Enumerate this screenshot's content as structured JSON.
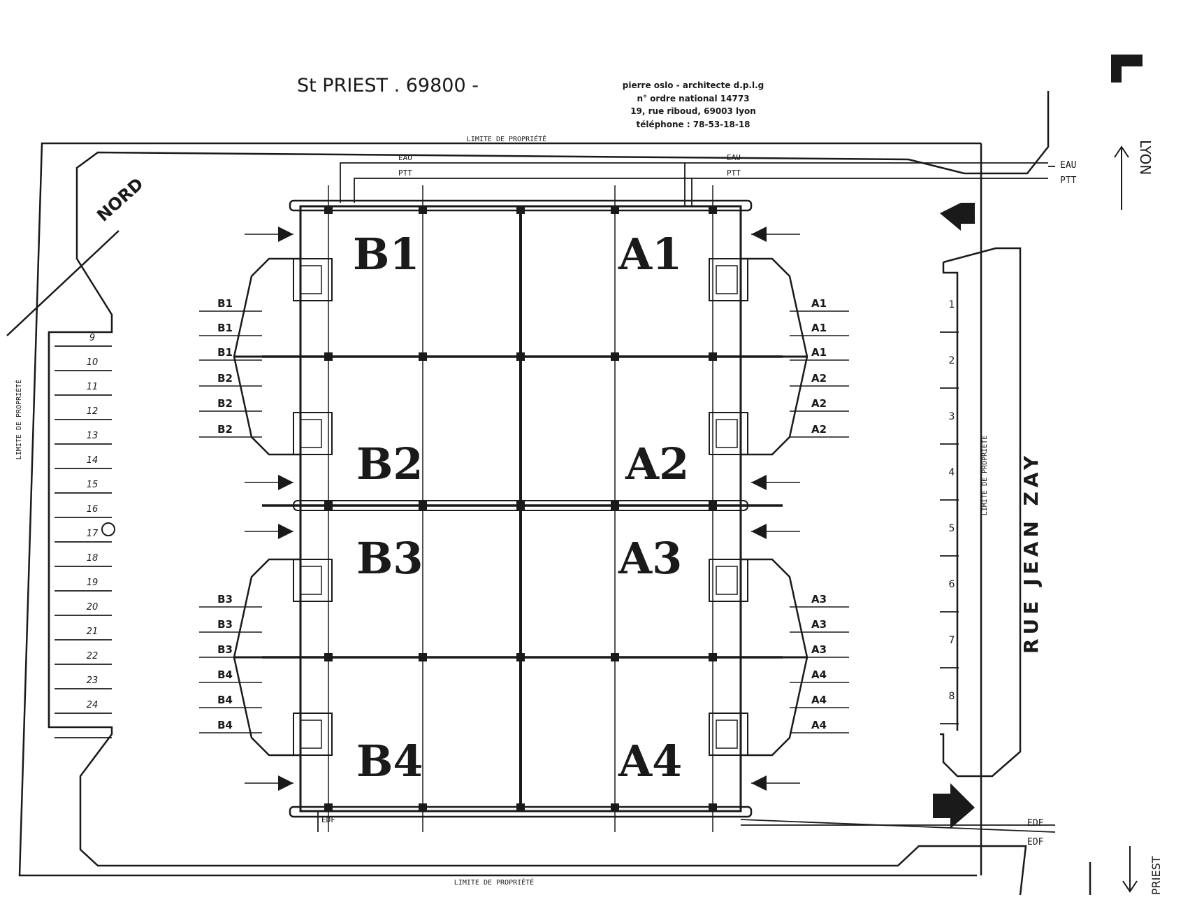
{
  "title": {
    "city": "St PRIEST . 69800 -"
  },
  "architect": {
    "line1": "pierre oslo - architecte d.p.l.g",
    "line2": "n° ordre national 14773",
    "line3": "19, rue riboud, 69003 lyon",
    "line4": "téléphone : 78-53-18-18"
  },
  "property_limit": {
    "top": "LIMITE DE PROPRIÉTÉ",
    "bottom": "LIMITE DE PROPRIÉTÉ",
    "left": "LIMITE DE PROPRIÉTÉ",
    "right": "LIMITE DE PROPRIÉTÉ"
  },
  "north_label": "NORD",
  "street": {
    "name": "RUE JEAN ZAY",
    "to_top": "LYON",
    "to_bottom": "PRIEST"
  },
  "networks": {
    "eau": "EAU",
    "ptt": "PTT",
    "edf": "EDF"
  },
  "units": {
    "B1": "B1",
    "A1": "A1",
    "B2": "B2",
    "A2": "A2",
    "B3": "B3",
    "A3": "A3",
    "B4": "B4",
    "A4": "A4"
  },
  "parking_left": {
    "numbers": [
      "9",
      "10",
      "11",
      "12",
      "13",
      "14",
      "15",
      "16",
      "17",
      "18",
      "19",
      "20",
      "21",
      "22",
      "23",
      "24"
    ]
  },
  "parking_right": {
    "numbers": [
      "1",
      "2",
      "3",
      "4",
      "5",
      "6",
      "7",
      "8"
    ]
  },
  "lot_labels": {
    "left_top": [
      "B1",
      "B1",
      "B1",
      "B2",
      "B2",
      "B2"
    ],
    "left_bottom": [
      "B3",
      "B3",
      "B3",
      "B4",
      "B4",
      "B4"
    ],
    "right_top": [
      "A1",
      "A1",
      "A1",
      "A2",
      "A2",
      "A2"
    ],
    "right_bottom": [
      "A3",
      "A3",
      "A3",
      "A4",
      "A4",
      "A4"
    ]
  }
}
